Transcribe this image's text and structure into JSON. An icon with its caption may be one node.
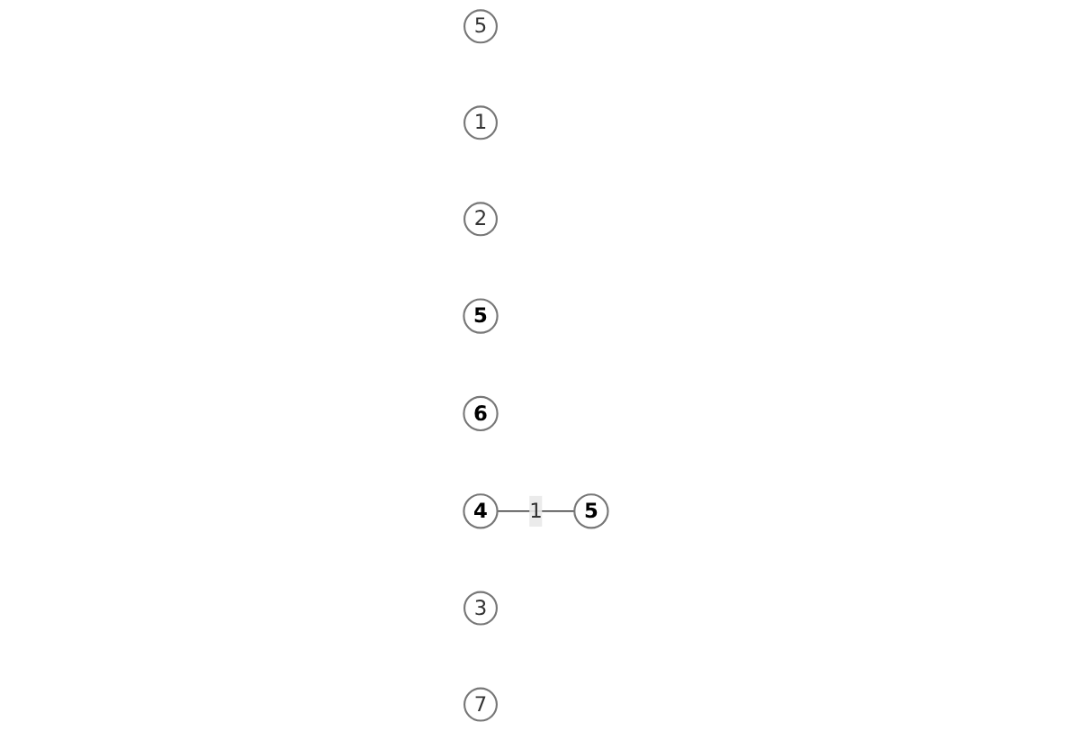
{
  "diagram": {
    "nodes": [
      {
        "text": [
          "5"
        ]
      },
      {
        "text": [
          "1"
        ]
      },
      {
        "text": [
          "2"
        ]
      },
      {
        "text": [
          "5"
        ]
      },
      {
        "text": [
          "5"
        ]
      },
      {
        "text": [
          "6"
        ]
      },
      {
        "text": [
          "4"
        ]
      },
      {
        "text": [
          "3"
        ]
      },
      {
        "text": [
          "7"
        ]
      }
    ],
    "edges": [
      {
        "from": 6,
        "to": 4,
        "arrow": "none",
        "label": "1"
      }
    ]
  }
}
